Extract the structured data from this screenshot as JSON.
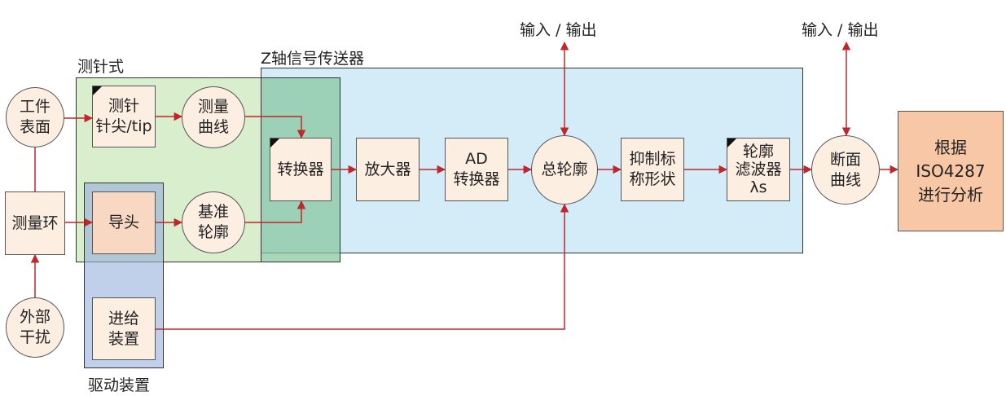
{
  "regions": {
    "stylus": "测针式",
    "z_axis": "Z轴信号传送器",
    "drive": "驱动装置"
  },
  "nodes": {
    "workpiece_surface": "工件\n表面",
    "measurement_loop": "测量环",
    "external_disturbance": "外部\n干扰",
    "stylus_tip": "测针\n针尖/tip",
    "measured_curve": "测量\n曲线",
    "guide": "导头",
    "reference_profile": "基准\n轮廓",
    "feed_device": "进给\n装置",
    "transducer": "转换器",
    "amplifier": "放大器",
    "ad_converter": "AD\n转换器",
    "total_profile": "总轮廓",
    "suppress_form": "抑制标\n称形状",
    "profile_filter": "轮廓\n滤波器\nλs",
    "section_curve": "断面\n曲线",
    "iso_analysis": "根据\nISO4287\n进行分析"
  },
  "io": {
    "io_1": "输入 / 输出",
    "io_2": "输入 / 输出"
  },
  "colors": {
    "arrow": "#c0272d",
    "node_fill": "#fdeee2",
    "stylus_region": "#d9edd0",
    "z_region": "#d3ecf8",
    "drive_region": "#bfcfec",
    "analysis_fill": "#f8c8a6"
  }
}
